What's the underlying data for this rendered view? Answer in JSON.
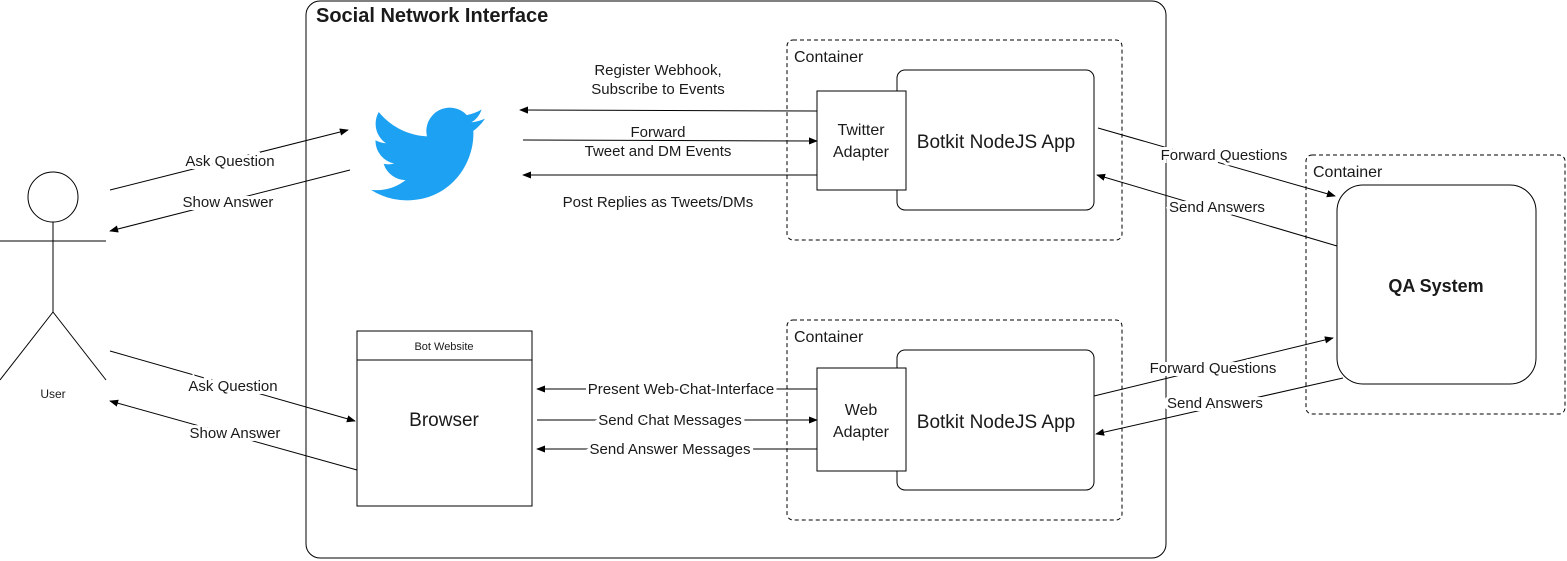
{
  "title": "Social Network Interface",
  "user_label": "User",
  "twitter": {
    "container_label": "Container",
    "adapter_label": [
      "Twitter",
      "Adapter"
    ],
    "app_label": "Botkit NodeJS App",
    "register_label": [
      "Register Webhook,",
      "Subscribe to Events"
    ],
    "forward_events_label": [
      "Forward",
      "Tweet and DM Events"
    ],
    "post_replies_label": "Post Replies as Tweets/DMs",
    "user_ask_label": "Ask Question",
    "user_show_label": "Show Answer"
  },
  "web": {
    "container_label": "Container",
    "adapter_label": [
      "Web",
      "Adapter"
    ],
    "app_label": "Botkit NodeJS App",
    "website_header": "Bot Website",
    "browser_label": "Browser",
    "present_label": "Present Web-Chat-Interface",
    "send_chat_label": "Send Chat Messages",
    "send_answer_label": "Send Answer Messages",
    "user_ask_label": "Ask Question",
    "user_show_label": "Show Answer"
  },
  "qa": {
    "container_label": "Container",
    "system_label": "QA System",
    "forward_top": "Forward Questions",
    "answers_top": "Send Answers",
    "forward_bottom": "Forward Questions",
    "answers_bottom": "Send Answers"
  },
  "colors": {
    "twitter_blue": "#1DA1F2"
  }
}
